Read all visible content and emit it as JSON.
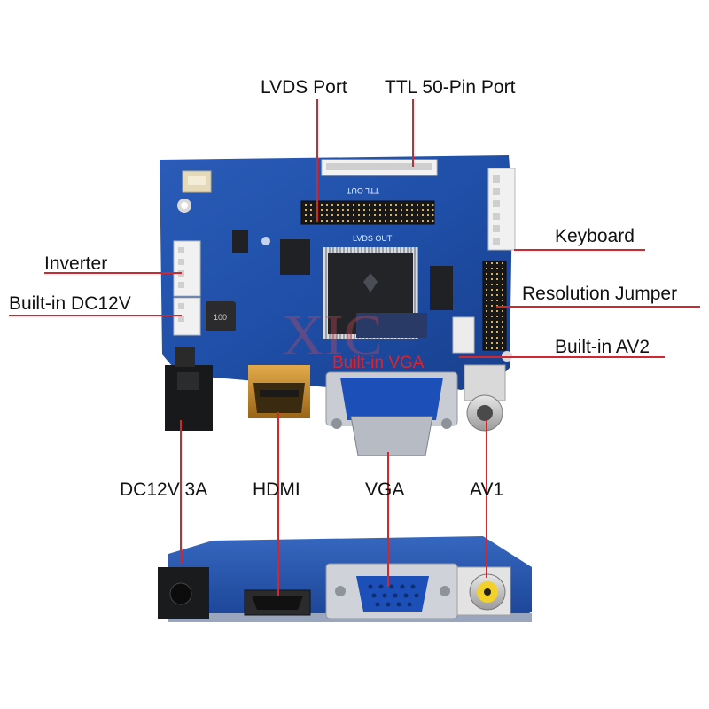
{
  "labels": {
    "lvds_port": "LVDS Port",
    "ttl_port": "TTL 50-Pin Port",
    "keyboard": "Keyboard",
    "inverter": "Inverter",
    "resolution_jumper": "Resolution Jumper",
    "builtin_dc12v": "Built-in DC12V",
    "builtin_av2": "Built-in AV2",
    "builtin_vga": "Built-in VGA",
    "dc12v_3a": "DC12V 3A",
    "hdmi": "HDMI",
    "vga": "VGA",
    "av1": "AV1"
  },
  "board_text": {
    "ttl_out": "TTL OUT",
    "lvds_out": "LVDS OUT",
    "inductor": "100"
  },
  "watermark": "XIC",
  "colors": {
    "pcb_blue": "#1f4fa8",
    "pcb_dark": "#173e88",
    "leader_line": "#d0282e",
    "vga_blue": "#1c4fb8",
    "connector_white": "#ececec",
    "gold": "#c98a2c"
  }
}
